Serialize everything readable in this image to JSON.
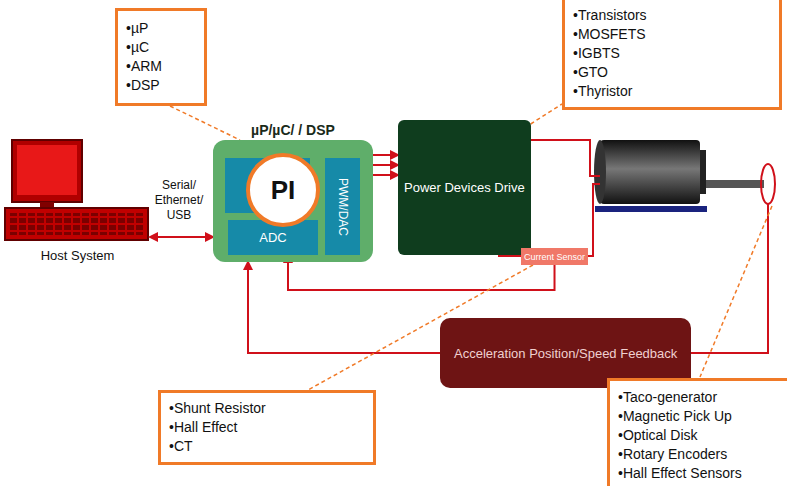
{
  "diagram": {
    "nodes": [
      {
        "text": [
          "•µP",
          "•µC",
          "•ARM",
          "•DSP"
        ]
      },
      {
        "text": [
          "•Transistors",
          "•MOSFETS",
          "•IGBTS",
          "•GTO",
          "•Thyristor"
        ]
      },
      {
        "text": [
          "µP/µC/ / DSP"
        ]
      },
      {
        "text": [
          "PI"
        ],
        "in": 2
      },
      {
        "text": [
          "ADC"
        ],
        "in": 2
      },
      {
        "text": [
          "PWM/DAC"
        ],
        "in": 2
      },
      {
        "text": [
          "Host System"
        ]
      },
      {
        "text": [
          "Power Devices Drive"
        ]
      },
      {
        "text": [
          "Current Sensor"
        ]
      },
      {
        "text": [
          "Acceleration Position/Speed Feedback"
        ]
      },
      {
        "text": [
          "•Shunt Resistor",
          "•Hall Effect",
          "•CT"
        ]
      },
      {
        "text": [
          "•Taco-generator",
          "•Magnetic Pick Up",
          "•Optical Disk",
          "•Rotary Encoders",
          "•Hall Effect Sensors"
        ]
      }
    ],
    "edges": [
      {
        "from": 6,
        "to": 2,
        "arrow": "both",
        "label": "Serial/ Ethernet/ USB"
      },
      {
        "from": 2,
        "to": 7,
        "arrow": "to"
      },
      {
        "from": 8,
        "to": 4,
        "arrow": "to"
      },
      {
        "from": 9,
        "to": 2,
        "arrow": "to"
      },
      {
        "from": 0,
        "to": 2,
        "arrow": "none"
      },
      {
        "from": 7,
        "to": 1,
        "arrow": "none"
      },
      {
        "from": 8,
        "to": 10,
        "arrow": "none"
      }
    ]
  }
}
